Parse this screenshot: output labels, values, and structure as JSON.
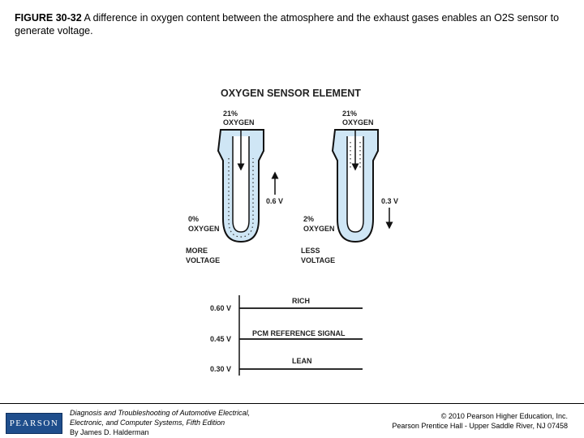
{
  "caption": {
    "label": "FIGURE 30-32",
    "text": " A difference in oxygen content between the atmosphere and the exhaust gases enables an O2S sensor to generate voltage."
  },
  "diagram": {
    "title": "OXYGEN SENSOR ELEMENT",
    "left_sensor": {
      "top_line1": "21%",
      "top_line2": "OXYGEN",
      "bottom_line1": "0%",
      "bottom_line2": "OXYGEN",
      "voltage": "0.6 V",
      "result_line1": "MORE",
      "result_line2": "VOLTAGE"
    },
    "right_sensor": {
      "top_line1": "21%",
      "top_line2": "OXYGEN",
      "bottom_line1": "2%",
      "bottom_line2": "OXYGEN",
      "voltage": "0.3 V",
      "result_line1": "LESS",
      "result_line2": "VOLTAGE"
    },
    "voltage_scale": {
      "levels": [
        "0.60 V",
        "0.45 V",
        "0.30 V"
      ],
      "rich_label": "RICH",
      "reference_label": "PCM REFERENCE SIGNAL",
      "lean_label": "LEAN"
    },
    "colors": {
      "sensor_fill": "#cfe6f5",
      "outline": "#111111"
    }
  },
  "footer": {
    "logo_text": "PEARSON",
    "book_line1": "Diagnosis and Troubleshooting of Automotive Electrical,",
    "book_line2": "Electronic, and Computer Systems, Fifth Edition",
    "author": "By James D. Halderman",
    "copyright_line1": "© 2010 Pearson Higher Education, Inc.",
    "copyright_line2": "Pearson Prentice Hall - Upper Saddle River, NJ 07458"
  }
}
